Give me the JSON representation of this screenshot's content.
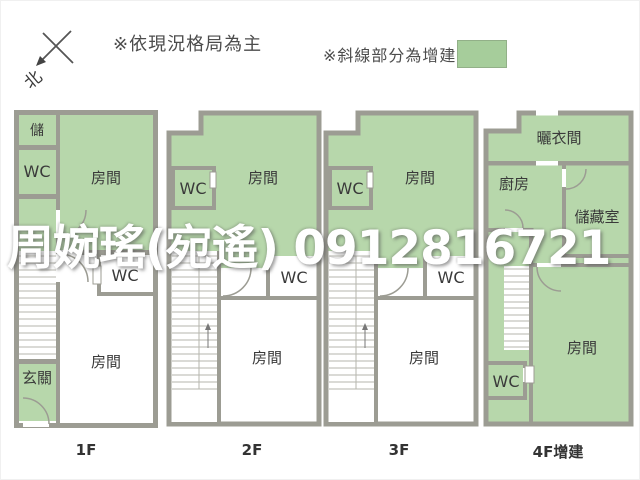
{
  "header": {
    "compass": "北",
    "note_layout": "※依現況格局為主",
    "note_addition": "※斜線部分為增建"
  },
  "legend": {
    "addition_color": "#a6cd9b"
  },
  "watermark": "周婉瑤(宛遙) 0912816721",
  "colors": {
    "room_green": "#b7d7ab",
    "wall_gray": "#9c9c93",
    "room_white": "#ffffff"
  },
  "floors": [
    {
      "label": "1F",
      "rooms": {
        "storage": "儲",
        "wc_upper": "WC",
        "room_top": "房間",
        "wc_mid": "WC",
        "room_bottom": "房間",
        "entry": "玄關"
      }
    },
    {
      "label": "2F",
      "rooms": {
        "wc_upper": "WC",
        "room_top": "房間",
        "wc_mid": "WC",
        "room_bottom": "房間"
      }
    },
    {
      "label": "3F",
      "rooms": {
        "wc_upper": "WC",
        "room_top": "房間",
        "wc_mid": "WC",
        "room_bottom": "房間"
      }
    },
    {
      "label": "4F增建",
      "rooms": {
        "drying": "曬衣間",
        "kitchen": "廚房",
        "storeroom": "儲藏室",
        "wc": "WC",
        "room": "房間"
      }
    }
  ]
}
